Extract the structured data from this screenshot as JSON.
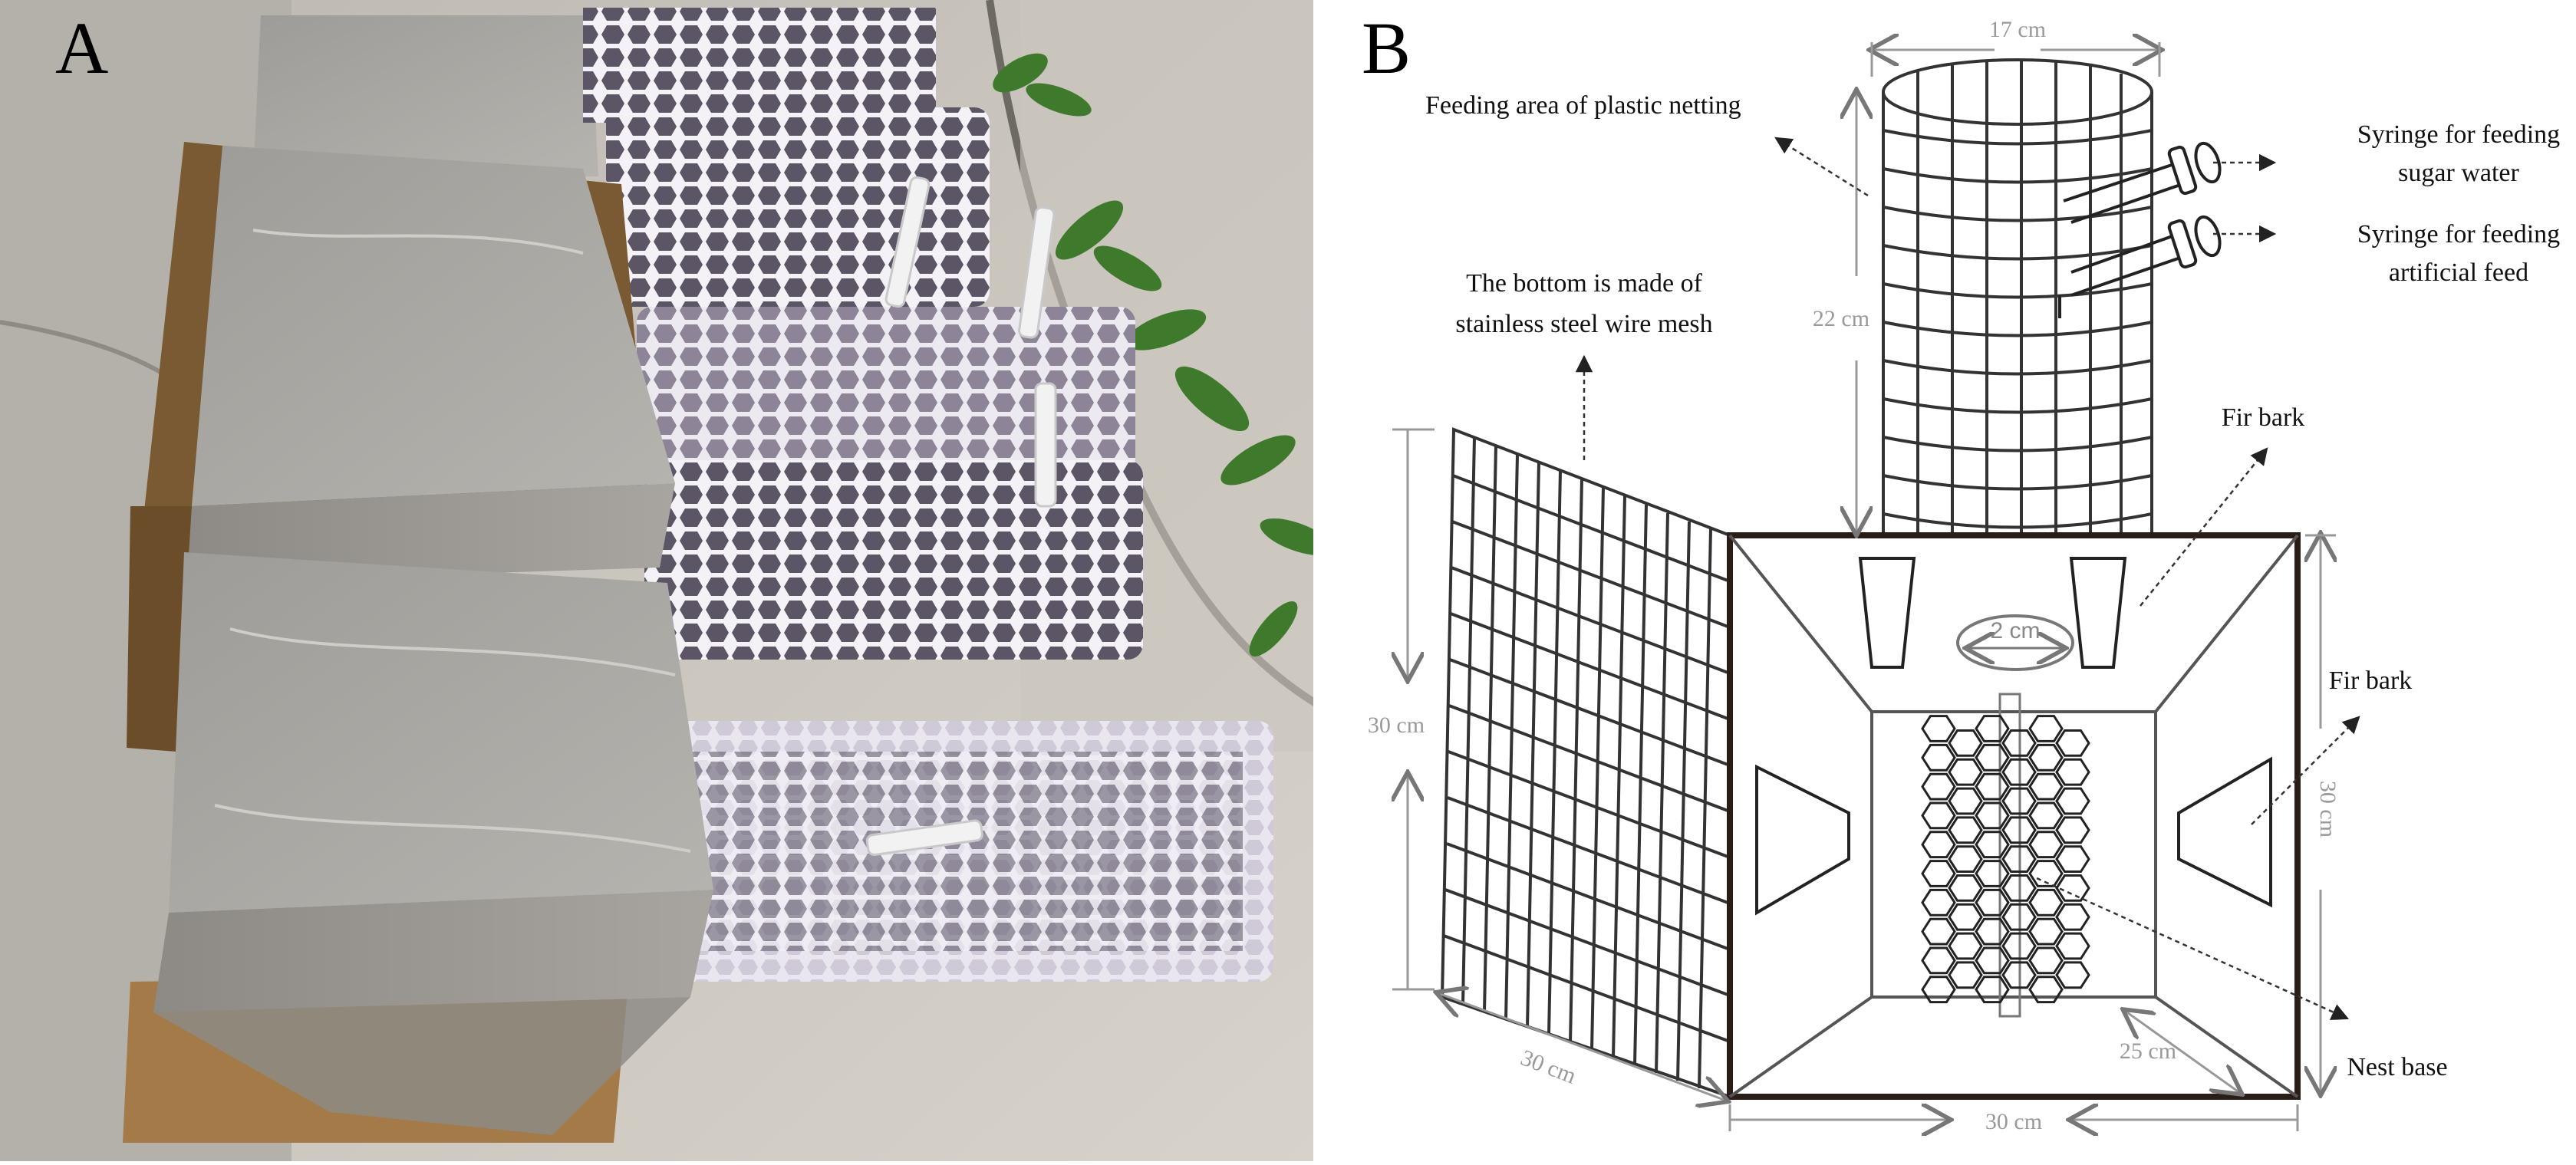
{
  "panel_a": {
    "letter": "A"
  },
  "panel_b": {
    "letter": "B",
    "labels": {
      "feeding_area": "Feeding area of plastic netting",
      "syringe_sugar_1": "Syringe for feeding",
      "syringe_sugar_2": "sugar water",
      "syringe_feed_1": "Syringe for feeding",
      "syringe_feed_2": "artificial feed",
      "bottom_1": "The bottom is made of",
      "bottom_2": "stainless steel wire mesh",
      "fir_bark_top": "Fir bark",
      "fir_bark_right": "Fir bark",
      "nest_base": "Nest base"
    },
    "dimensions": {
      "cylinder_width": "17 cm",
      "cylinder_height": "22 cm",
      "mesh_height": "30 cm",
      "mesh_width": "30 cm",
      "box_height": "30 cm",
      "box_width": "30 cm",
      "inner_diag": "25 cm",
      "hole": "2 cm"
    }
  }
}
